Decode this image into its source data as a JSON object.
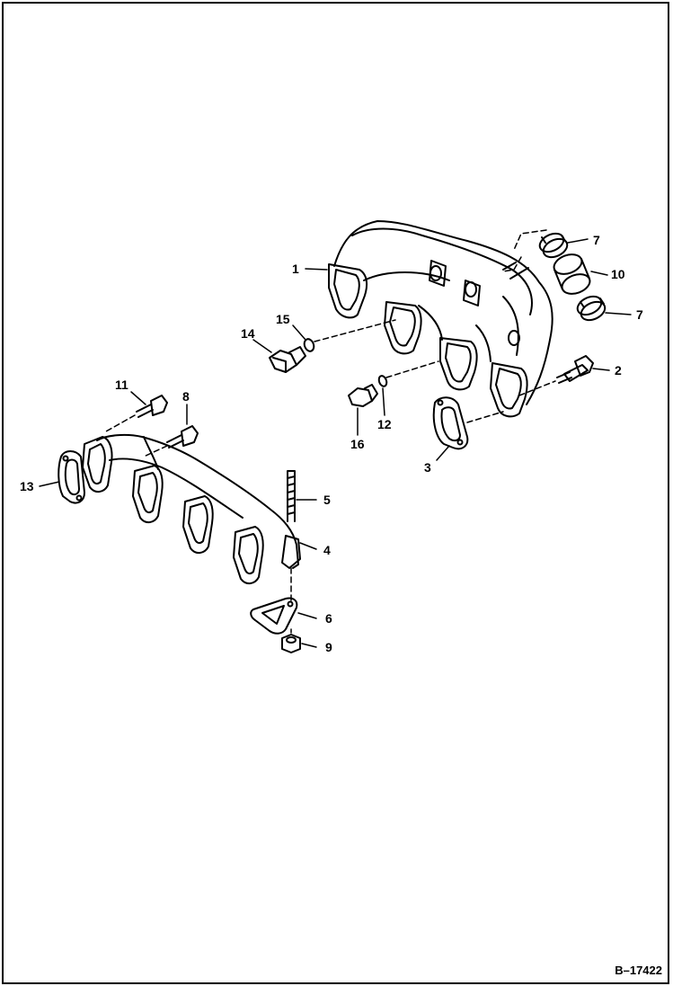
{
  "figure_id": "B–17422",
  "callouts": {
    "c1": "1",
    "c2": "2",
    "c3": "3",
    "c4": "4",
    "c5": "5",
    "c6": "6",
    "c7a": "7",
    "c7b": "7",
    "c8": "8",
    "c9": "9",
    "c10": "10",
    "c11": "11",
    "c12": "12",
    "c13": "13",
    "c14": "14",
    "c15": "15",
    "c16": "16"
  },
  "colors": {
    "line": "#000000",
    "background": "#ffffff"
  }
}
